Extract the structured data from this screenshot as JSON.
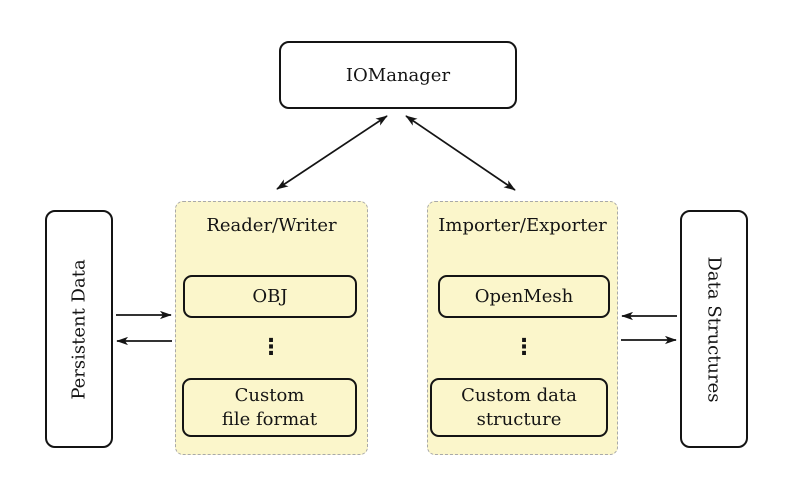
{
  "colors": {
    "background": "#ffffff",
    "panel_fill": "#fbf6cb",
    "panel_border": "#a9a9a9",
    "node_fill": "#ffffff",
    "node_border": "#141414",
    "arrow": "#141414",
    "text": "#141414"
  },
  "nodes": {
    "iomanager": {
      "label": "IOManager"
    },
    "persistent_data": {
      "label": "Persistent Data"
    },
    "data_structures": {
      "label": "Data Structures"
    },
    "reader_writer": {
      "title": "Reader/Writer",
      "obj": "OBJ",
      "dots": "⋮",
      "custom_line1": "Custom",
      "custom_line2": "file format"
    },
    "importer_exporter": {
      "title": "Importer/Exporter",
      "openmesh": "OpenMesh",
      "dots": "⋮",
      "custom_line1": "Custom data",
      "custom_line2": "structure"
    }
  },
  "edges": [
    {
      "from": "IOManager",
      "to": "Reader/Writer",
      "style": "bidirectional"
    },
    {
      "from": "IOManager",
      "to": "Importer/Exporter",
      "style": "bidirectional"
    },
    {
      "from": "Persistent Data",
      "to": "Reader/Writer",
      "style": "directed"
    },
    {
      "from": "Reader/Writer",
      "to": "Persistent Data",
      "style": "directed"
    },
    {
      "from": "Data Structures",
      "to": "Importer/Exporter",
      "style": "directed"
    },
    {
      "from": "Importer/Exporter",
      "to": "Data Structures",
      "style": "directed"
    }
  ]
}
